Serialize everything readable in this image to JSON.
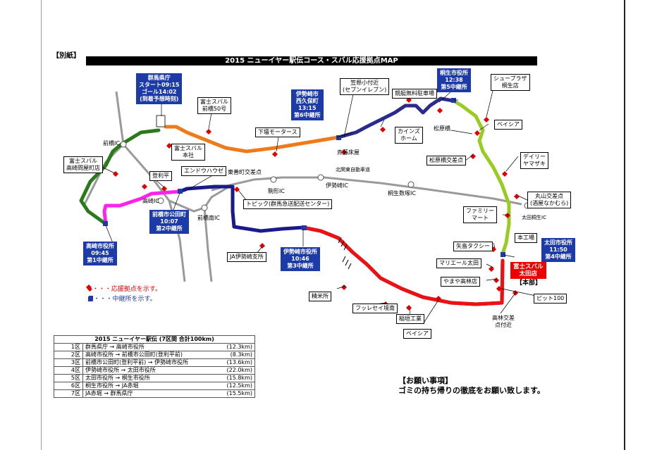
{
  "annex_label": "【別紙】",
  "title": "2015 ニューイヤー駅伝コース・スバル応援拠点MAP",
  "colors": {
    "section1": "#2a7a1a",
    "section2": "#ff22ee",
    "section3": "#1a1a8c",
    "section4": "#ee1111",
    "section5": "#99cc22",
    "section6": "#2b2b8c",
    "section7": "#ee7a1a",
    "support_marker": "#e00000",
    "relay_marker": "#1c3aa8",
    "roads": "#999999"
  },
  "relay_points": {
    "gunma": "群馬県庁\nスタート09:15\nゴール14:02\n(到着予想時刻)",
    "takasaki": "高崎市役所\n09:45\n第1中継所",
    "maebashi": "前橋市公田町\n10:07\n第2中継所",
    "isesaki": "伊勢崎市役所\n10:46\n第3中継所",
    "ota": "太田市役所\n11:50\n第4中継所",
    "kiryu": "桐生市役所\n12:38\n第5中継所",
    "nishikubo": "伊勢崎市\n西久保町\n13:15\n第6中継所"
  },
  "headquarters": "富士スバル\n太田店",
  "headquarters_label": "【本部】",
  "support_points": {
    "fuji_honsha": "富士スバル\n本社",
    "fuji_maebashi50": "富士スバル\n前橋50号",
    "fuji_takasaki": "富士スバル\n高崎問屋町店",
    "shimozumi": "下壇モータース",
    "sasamori": "笠懸小付近\n(セブンイレブン)",
    "kyogi_parking": "競艇無料駐車場",
    "shoe_plaza": "シュープラザ\n桐生店",
    "canes": "カインズ\nホーム",
    "saito": "斉藤床屋",
    "beisia1": "ベイシア",
    "matsubara": "松原橋",
    "matsubara_kosa": "松原橋交差点",
    "daily": "デイリー\nヤマザキ",
    "maruyama": "丸山交差点\n(酒屋なかむら)",
    "family_mart": "ファミリー\nマート",
    "honkojo": "本工場",
    "yajima": "矢島タクシー",
    "mariel": "マリエール太田",
    "yamaya": "やまや高林店",
    "pit100": "ピット100",
    "takabayashi": "高林交差\n点付近",
    "tobiku": "トピック(群馬急送配送センター)",
    "ja_isesaki": "JA伊勢崎支所",
    "seimaisho": "精米所",
    "furesei": "フッレセイ境南",
    "senbo": "稲垣工業",
    "beisia2": "ベイシア",
    "toriri": "登利平",
    "endo": "エンドウハウゼ"
  },
  "place_labels": {
    "higashizen": "東善町交差点",
    "kitakanto": "北関東自動車道",
    "maebashi_ic": "前橋IC",
    "takasaki_ic": "高崎IC",
    "komagata_ic": "駒形IC",
    "isesaki_ic": "伊勢崎IC",
    "kiryu_sakai_ic": "桐生数塚IC",
    "maebashi_minami_ic": "前橋南IC",
    "ota_kiryu_ic": "太田桐生IC"
  },
  "legend": {
    "support": "◆・・・応援拠点を示す。",
    "relay": "■・・・中継所を示す。"
  },
  "sections_table": {
    "header": "2015 ニューイヤー駅伝 (7区間 合計100km)",
    "rows": [
      {
        "ku": "1区",
        "route": "群馬県庁 → 高崎市役所",
        "dist": "(12.3km)"
      },
      {
        "ku": "2区",
        "route": "高崎市役所 → 前橋市公田町(登利平前)",
        "dist": "(8.3km)"
      },
      {
        "ku": "3区",
        "route": "前橋市公田町(登利平前) → 伊勢崎市役所",
        "dist": "(13.6km)"
      },
      {
        "ku": "4区",
        "route": "伊勢崎市役所 → 太田市役所",
        "dist": "(22.0km)"
      },
      {
        "ku": "5区",
        "route": "太田市役所 → 桐生市役所",
        "dist": "(15.8km)"
      },
      {
        "ku": "6区",
        "route": "桐生市役所 → JA赤堀",
        "dist": "(12.5km)"
      },
      {
        "ku": "7区",
        "route": "JA赤堀 → 群馬県庁",
        "dist": "(15.5km)"
      }
    ]
  },
  "notice": {
    "heading": "【お願い事項】",
    "body": "ゴミの持ち帰りの徹底をお願い致します。"
  }
}
